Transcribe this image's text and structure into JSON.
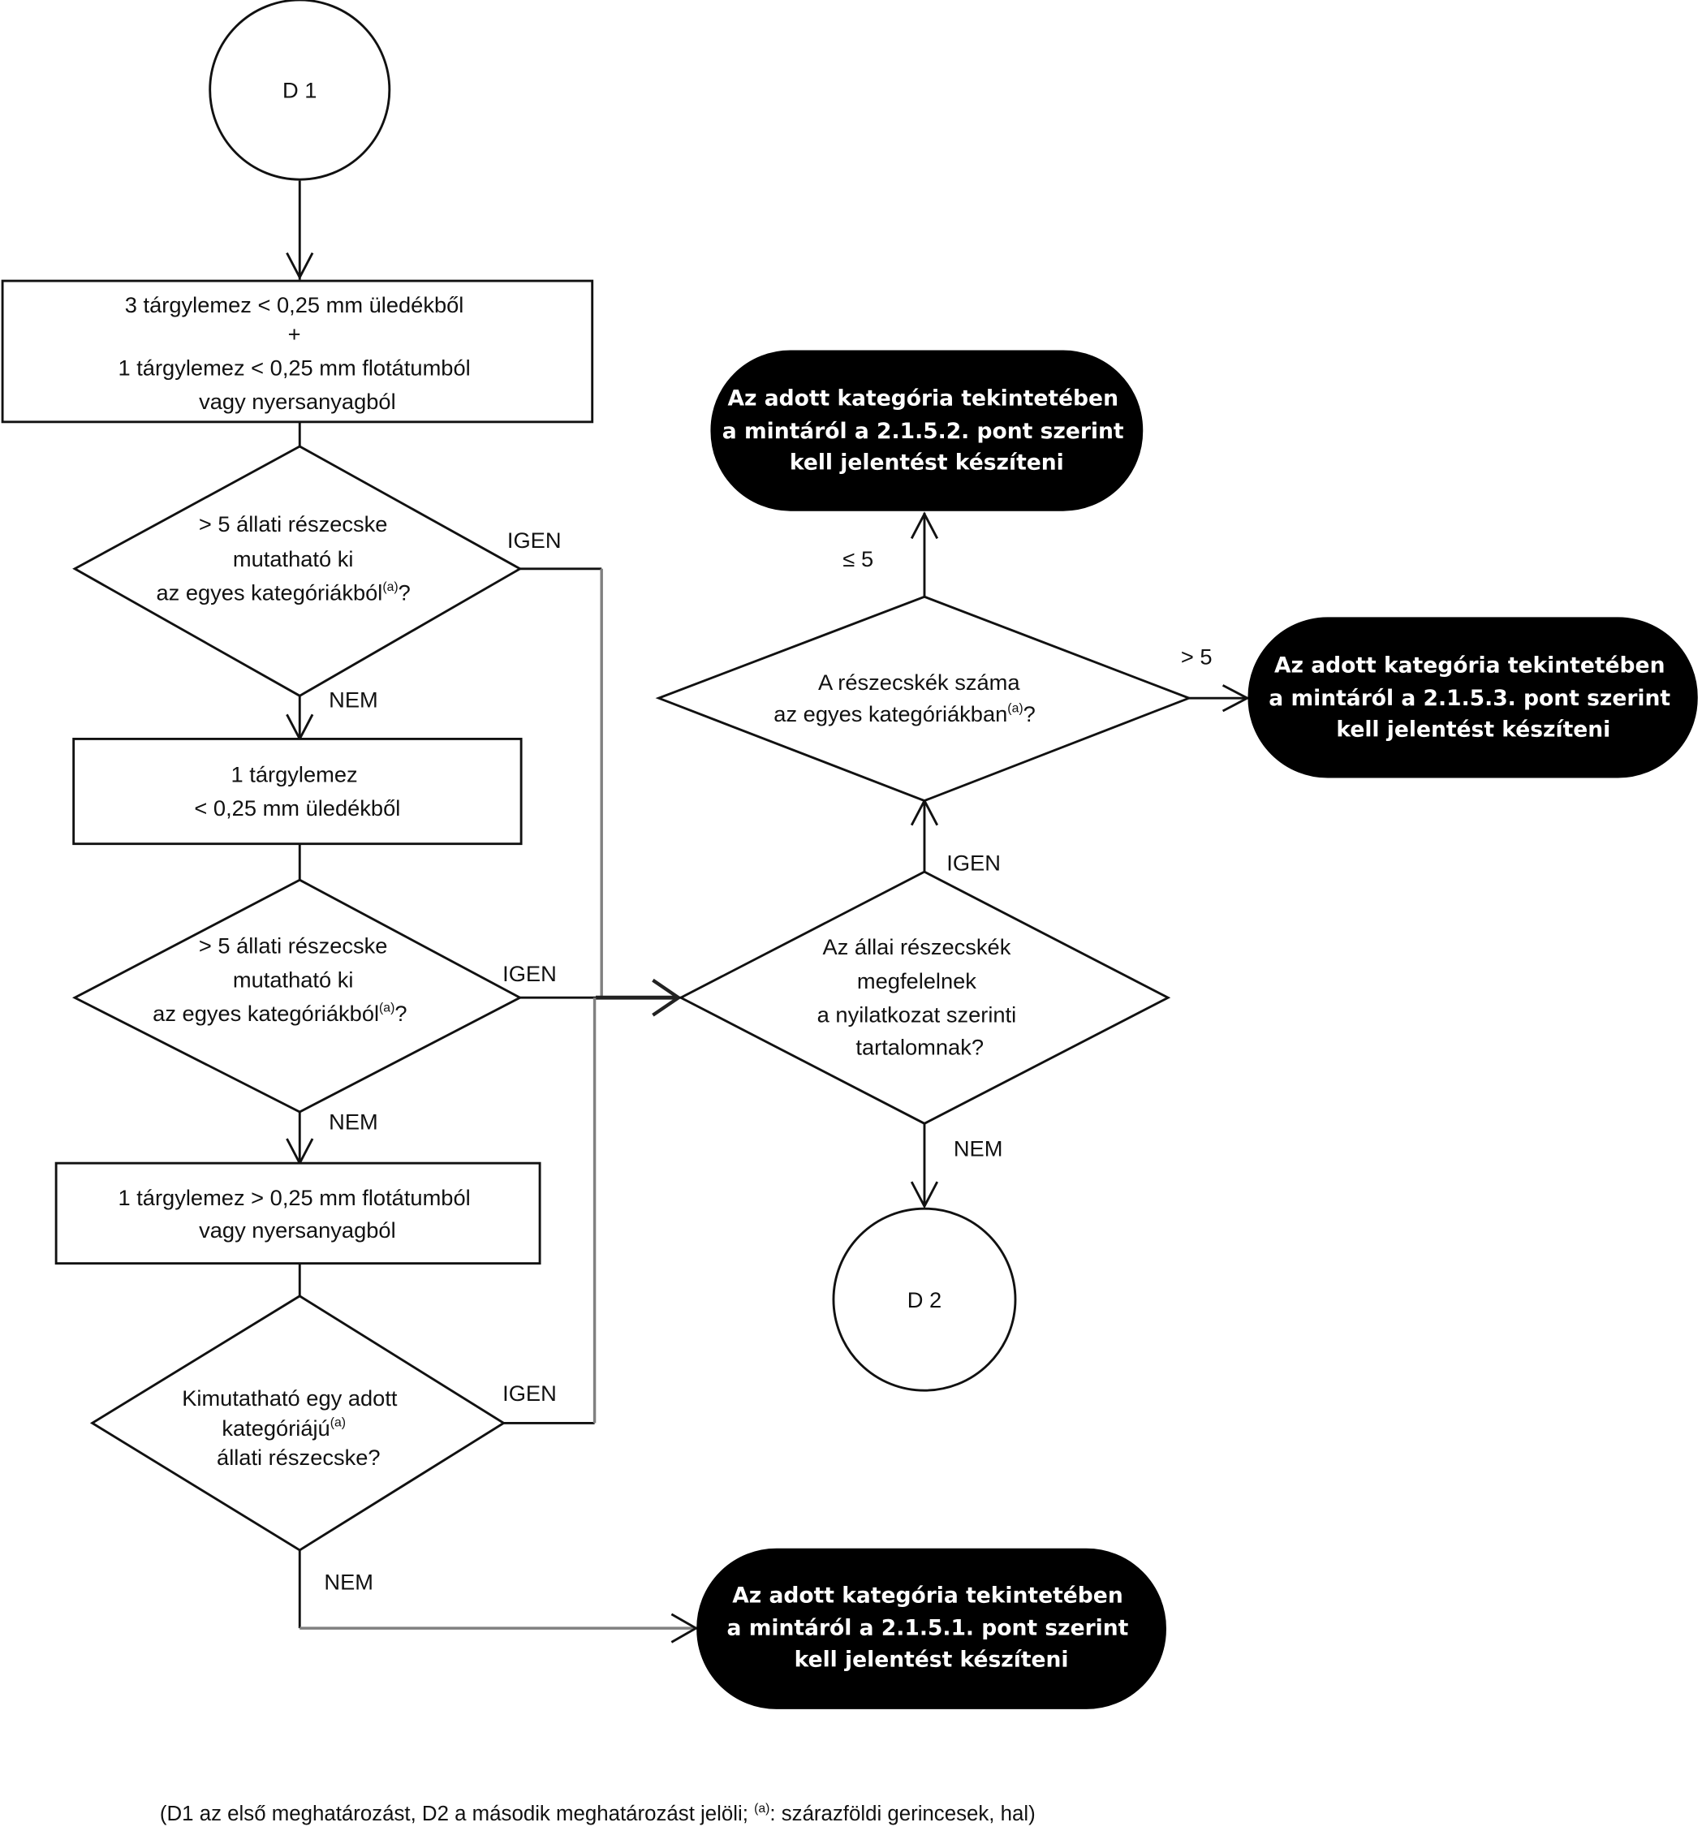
{
  "diagram": {
    "type": "flowchart",
    "nodes": {
      "d1": {
        "label": "D 1",
        "shape": "circle"
      },
      "box1": {
        "lines": [
          "3 tárgylemez < 0,25 mm üledékből",
          "+",
          "1 tárgylemez < 0,25 mm flotátumból",
          "vagy nyersanyagból"
        ],
        "shape": "rectangle"
      },
      "dec1": {
        "lines": [
          "> 5 állati részecske",
          "mutatható ki",
          "az egyes kategóriákból"
        ],
        "sup": "(a)",
        "suffix": "?",
        "shape": "diamond"
      },
      "box2": {
        "lines": [
          "1 tárgylemez",
          "< 0,25 mm üledékből"
        ],
        "shape": "rectangle"
      },
      "dec2": {
        "lines": [
          "> 5 állati részecske",
          "mutatható ki",
          "az egyes kategóriákból"
        ],
        "sup": "(a)",
        "suffix": "?",
        "shape": "diamond"
      },
      "box3": {
        "lines": [
          "1 tárgylemez > 0,25 mm flotátumból",
          "vagy nyersanyagból"
        ],
        "shape": "rectangle"
      },
      "dec3": {
        "lines": [
          "Kimutatható egy adott",
          "kategóriájú",
          "állati részecske?"
        ],
        "sup": "(a)",
        "shape": "diamond"
      },
      "dec4": {
        "lines": [
          "Az állai részecskék",
          "megfelelnek",
          "a nyilatkozat szerinti",
          "tartalomnak?"
        ],
        "shape": "diamond"
      },
      "dec5": {
        "lines": [
          "A részecskék száma",
          "az egyes kategóriákban"
        ],
        "sup": "(a)",
        "suffix": "?",
        "shape": "diamond"
      },
      "term1": {
        "lines": [
          "Az adott kategória tekintetében",
          "a mintáról a 2.1.5.2. pont szerint",
          "kell jelentést készíteni"
        ],
        "shape": "terminator"
      },
      "term2": {
        "lines": [
          "Az adott kategória tekintetében",
          "a mintáról a 2.1.5.3. pont szerint",
          "kell jelentést készíteni"
        ],
        "shape": "terminator"
      },
      "term3": {
        "lines": [
          "Az adott kategória tekintetében",
          "a mintáról a 2.1.5.1. pont szerint",
          "kell jelentést készíteni"
        ],
        "shape": "terminator"
      },
      "d2": {
        "label": "D 2",
        "shape": "circle"
      }
    },
    "edges": [
      {
        "from": "d1",
        "to": "box1",
        "label": ""
      },
      {
        "from": "box1",
        "to": "dec1",
        "label": ""
      },
      {
        "from": "dec1",
        "to": "box2",
        "label": "NEM"
      },
      {
        "from": "dec1",
        "to": "dec4",
        "label": "IGEN"
      },
      {
        "from": "box2",
        "to": "dec2",
        "label": ""
      },
      {
        "from": "dec2",
        "to": "box3",
        "label": "NEM"
      },
      {
        "from": "dec2",
        "to": "dec4",
        "label": "IGEN"
      },
      {
        "from": "box3",
        "to": "dec3",
        "label": ""
      },
      {
        "from": "dec3",
        "to": "dec4",
        "label": "IGEN"
      },
      {
        "from": "dec3",
        "to": "term3",
        "label": "NEM"
      },
      {
        "from": "dec4",
        "to": "dec5",
        "label": "IGEN"
      },
      {
        "from": "dec4",
        "to": "d2",
        "label": "NEM"
      },
      {
        "from": "dec5",
        "to": "term1",
        "label": "≤ 5"
      },
      {
        "from": "dec5",
        "to": "term2",
        "label": "> 5"
      }
    ],
    "edge_labels": {
      "igen": "IGEN",
      "nem": "NEM",
      "le5": "≤ 5",
      "gt5": "> 5"
    },
    "footnote": {
      "before": "(D1 az első meghatározást, D2 a második meghatározást jelöli; ",
      "sup": "(a)",
      "after": ": szárazföldi gerincesek, hal)"
    }
  }
}
